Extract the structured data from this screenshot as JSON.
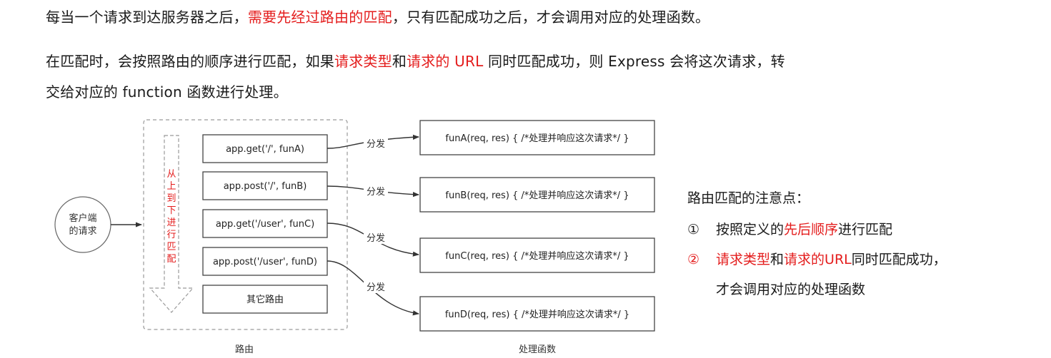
{
  "intro": {
    "p1_a": "每当一个请求到达服务器之后，",
    "p1_red": "需要先经过路由的匹配",
    "p1_b": "，只有匹配成功之后，才会调用对应的处理函数。",
    "p2_a": "在匹配时，会按照路由的顺序进行匹配，如果",
    "p2_red1": "请求类型",
    "p2_b": "和",
    "p2_red2": "请求的 URL",
    "p2_c": " 同时匹配成功，则 Express 会将这次请求，转",
    "p3": "交给对应的 function 函数进行处理。"
  },
  "diagram": {
    "client_line1": "客户端",
    "client_line2": "的请求",
    "order_label": "从上到下进行匹配",
    "routes": [
      "app.get('/', funA)",
      "app.post('/', funB)",
      "app.get('/user', funC)",
      "app.post('/user', funD)",
      "其它路由"
    ],
    "dispatch_label": "分发",
    "handlers": [
      "funA(req, res) { /*处理并响应这次请求*/ }",
      "funB(req, res) { /*处理并响应这次请求*/ }",
      "funC(req, res) { /*处理并响应这次请求*/ }",
      "funD(req, res) { /*处理并响应这次请求*/ }"
    ],
    "routes_caption": "路由",
    "handlers_caption": "处理函数"
  },
  "notes": {
    "title": "路由匹配的注意点：",
    "item1_num": "①",
    "item1_a": "按照定义的",
    "item1_red": "先后顺序",
    "item1_b": "进行匹配",
    "item2_num": "②",
    "item2_red1": "请求类型",
    "item2_a": "和",
    "item2_red2": "请求的URL",
    "item2_b": "同时匹配成功，",
    "item2_line2": "才会调用对应的处理函数"
  },
  "colors": {
    "accent_red": "#e41d1d",
    "text": "#1a1a1a",
    "line": "#555555",
    "dashed": "#9a9a9a"
  }
}
